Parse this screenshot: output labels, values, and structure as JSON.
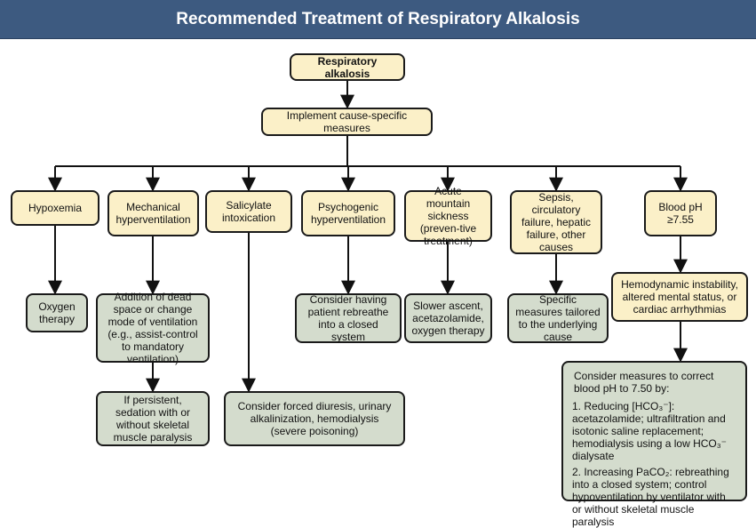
{
  "title": "Recommended Treatment of Respiratory Alkalosis",
  "root": "Respiratory alkalosis",
  "step1": "Implement cause-specific measures",
  "causes": {
    "hypoxemia": "Hypoxemia",
    "mechanical": "Mechanical hyperventilation",
    "salicylate": "Salicylate intoxication",
    "psychogenic": "Psychogenic hyperventilation",
    "mountain": "Acute mountain sickness (preven-tive treatment)",
    "sepsis": "Sepsis, circulatory failure, hepatic failure, other causes",
    "ph": "Blood pH ≥7.55"
  },
  "treatments": {
    "oxygen": "Oxygen therapy",
    "dead_space": "Addition of dead space or change mode of ventilation (e.g., assist-control to mandatory ventilation)",
    "sedation": "If persistent, sedation with or without skeletal muscle paralysis",
    "forced_diuresis": "Consider forced diuresis, urinary alkalinization, hemodialysis (severe poisoning)",
    "rebreathe": "Consider having patient rebreathe into a closed system",
    "ascent": "Slower ascent, acetazolamide, oxygen therapy",
    "specific": "Specific measures tailored to the underlying cause",
    "hemodynamic": "Hemodynamic instability, altered mental status, or cardiac arrhythmias"
  },
  "final": {
    "intro": "Consider measures to correct blood pH to 7.50 by:",
    "item1": "1. Reducing [HCO₃⁻]: acetazolamide; ultrafiltration and isotonic saline replacement; hemodialysis using a low HCO₃⁻ dialysate",
    "item2": "2. Increasing PaCO₂: rebreathing into a closed system; control hypoventilation by ventilator with or without skeletal muscle paralysis"
  }
}
